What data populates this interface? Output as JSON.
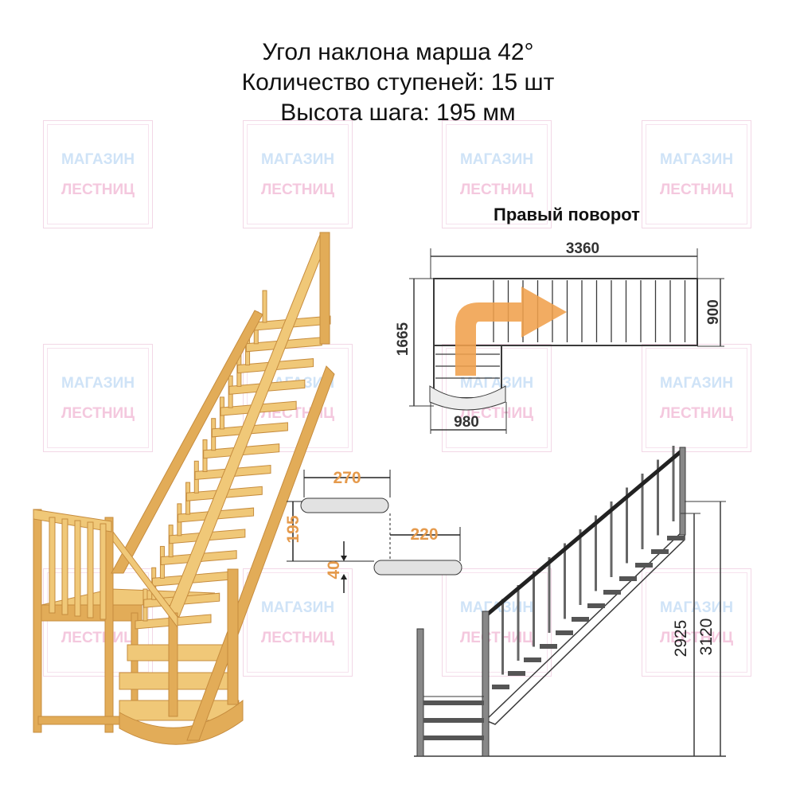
{
  "header": {
    "line1": "Угол наклона марша 42°",
    "line2": "Количество ступеней: 15 шт",
    "line3": "Высота шага: 195 мм"
  },
  "watermark": {
    "line1": "МАГАЗИН",
    "line2": "ЛЕСТНИЦ"
  },
  "plan_view": {
    "title": "Правый поворот",
    "total_length": "3360",
    "total_width": "1665",
    "march_width": "900",
    "landing_width": "980"
  },
  "step_detail": {
    "tread_depth": "270",
    "riser_height": "195",
    "tread_overlap": "220",
    "tread_thickness": "40"
  },
  "side_view": {
    "height_to_top": "2925",
    "height_total": "3120"
  },
  "colors": {
    "wood_light": "#f0c878",
    "wood_mid": "#e2ac58",
    "wood_dark": "#c68c3e",
    "dimension_accent": "#e59a4c",
    "arrow": "#f0a04c",
    "line": "#3a3a3a"
  }
}
